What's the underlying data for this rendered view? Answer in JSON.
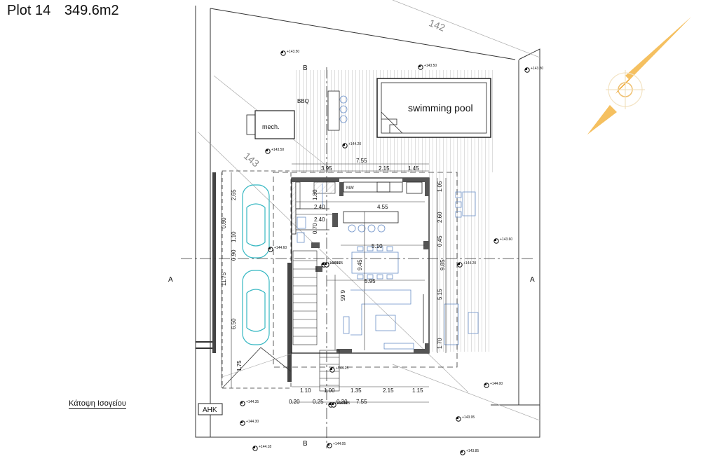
{
  "header": {
    "plot": "Plot 14",
    "area": "349.6m2"
  },
  "caption": "Κάτοψη Ισογείου",
  "labels": {
    "pool": "swimming pool",
    "bbq": "BBQ",
    "mech": "mech.",
    "mw": "MW",
    "ahk": "AHK",
    "section_a": "A",
    "section_b": "B",
    "contour_142": "142",
    "contour_143": "143"
  },
  "dimensions": {
    "top_total": "7.55",
    "top_seg1": "3.95",
    "top_seg2": "2.15",
    "top_seg3": "1.45",
    "bottom_total": "7.55",
    "bot_seg1": "1.10",
    "bot_seg2": "1.00",
    "bot_seg3": "1.35",
    "bot_seg4": "2.15",
    "bot_seg5": "1.15",
    "bot_small1": "0.20",
    "bot_small2": "0.25",
    "bot_small3": "0.30",
    "left_total": "11.75",
    "left_seg1": "2.65",
    "left_seg2": "0.60",
    "left_seg3": "1.10",
    "left_seg4": "0.90",
    "left_seg5": "6.50",
    "left_seg6": "1.75",
    "int_180": "1.80",
    "int_240a": "2.40",
    "int_240b": "2.40",
    "int_455": "4.55",
    "int_070": "0.70",
    "int_510": "5.10",
    "int_945": "9.45",
    "int_595": "5.95",
    "int_665": "6.65",
    "right_105": "1.05",
    "right_260": "2.60",
    "right_045": "0.45",
    "right_985": "9.85",
    "right_515": "5.15",
    "right_170": "1.70"
  },
  "levels": [
    "+143.50",
    "+143.50",
    "+143.30",
    "+144.20",
    "+143.50",
    "+143.60",
    "+144.60",
    "+144.55",
    "+144.05",
    "+144.20",
    "+144.25",
    "+144.00",
    "+144.35",
    "+144.15",
    "+143.95",
    "+144.30",
    "+144.18",
    "+144.05",
    "+143.85",
    "+144.35"
  ]
}
